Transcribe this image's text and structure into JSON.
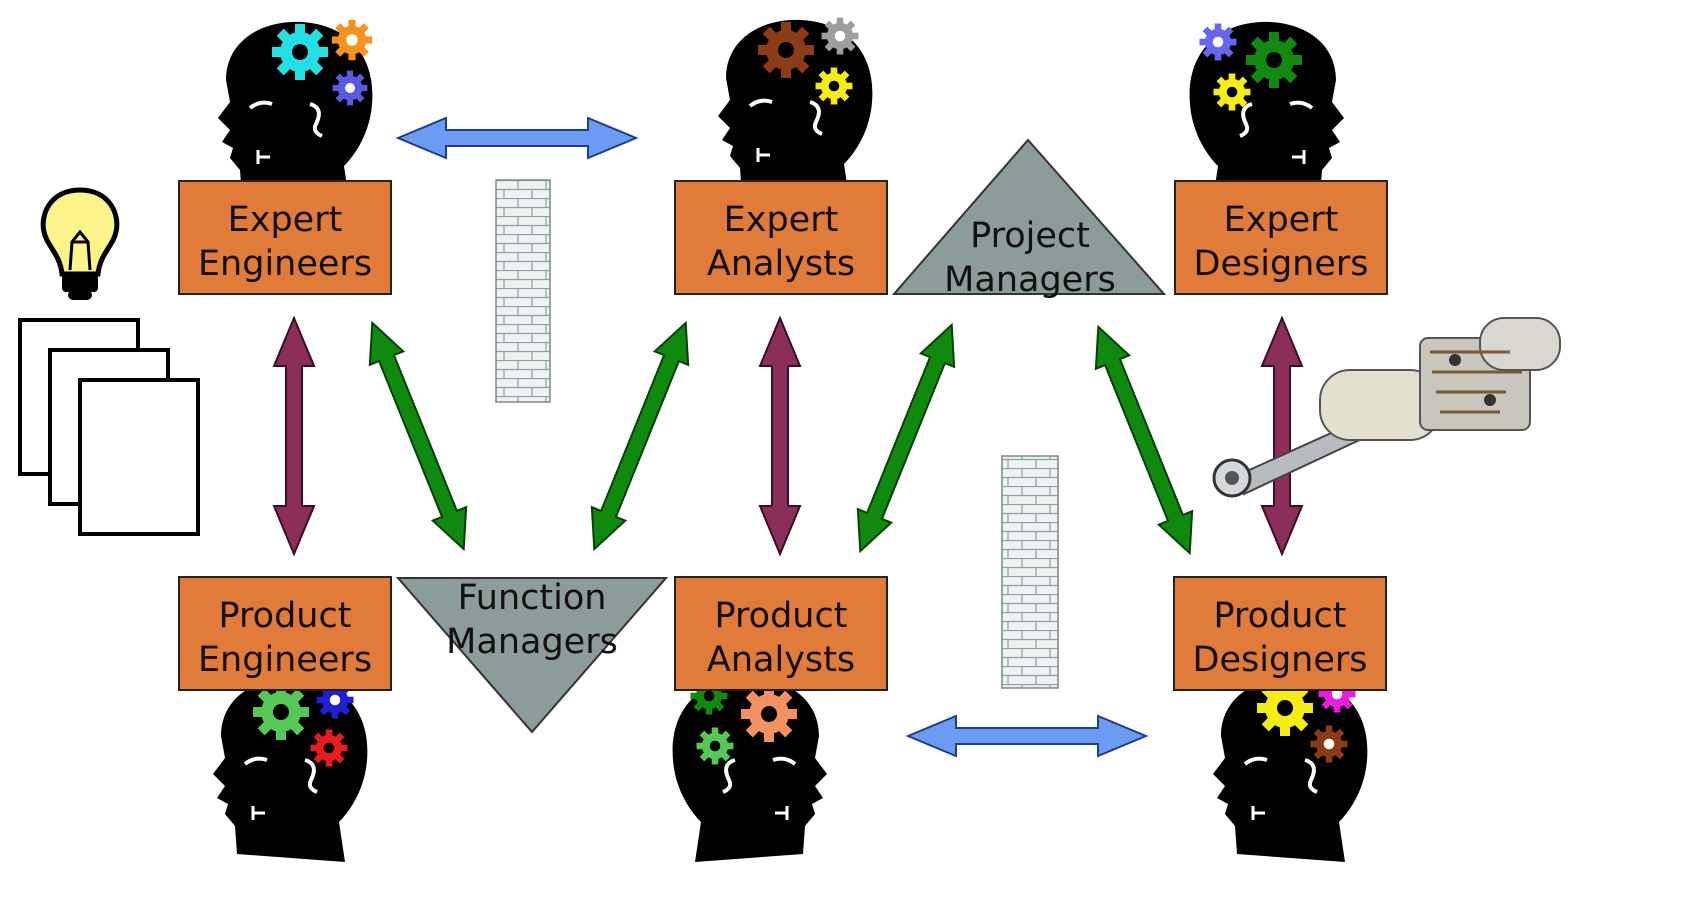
{
  "roles": {
    "expert_engineers": "Expert\nEngineers",
    "expert_analysts": "Expert\nAnalysts",
    "expert_designers": "Expert\nDesigners",
    "product_engineers": "Product\nEngineers",
    "product_analysts": "Product\nAnalysts",
    "product_designers": "Product\nDesigners"
  },
  "managers": {
    "project": "Project\nManagers",
    "function": "Function\nManagers"
  },
  "colors": {
    "role_box": "#e07b39",
    "manager_triangle": "#8c9c9b",
    "arrow_green": "#0f8a0f",
    "arrow_maroon": "#8b2f5a",
    "arrow_blue": "#6b9bf2",
    "wall_brick": "#e6ebeb"
  },
  "icons": [
    "idea-lightbulb-icon",
    "documents-icon",
    "thinking-head-gears-icon",
    "brick-wall-icon",
    "actuator-machine-icon"
  ]
}
